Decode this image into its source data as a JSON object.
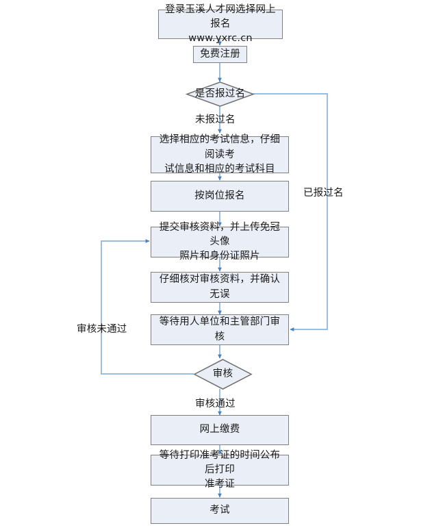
{
  "diagram": {
    "title": "网上报名流程图",
    "type": "flowchart",
    "colors": {
      "node_fill": "#e9eef7",
      "node_border": "#808080",
      "connector": "#8cb2dc",
      "arrowhead": "#4a81bd",
      "text": "#1a1a1a",
      "background": "#ffffff"
    },
    "nodes": [
      {
        "id": "login",
        "shape": "process",
        "text": "登录玉溪人才网选择网上报名\nwww.yxrc.cn"
      },
      {
        "id": "register",
        "shape": "process",
        "text": "免费注册"
      },
      {
        "id": "registered-before",
        "shape": "decision",
        "text": "是否报过名"
      },
      {
        "id": "select-exam",
        "shape": "process",
        "text": "选择相应的考试信息，仔细阅读考\n试信息和相应的考试科目"
      },
      {
        "id": "apply-post",
        "shape": "process",
        "text": "按岗位报名"
      },
      {
        "id": "submit-materials",
        "shape": "process",
        "text": "提交审核资料，并上传免冠头像\n照片和身份证照片"
      },
      {
        "id": "verify-materials",
        "shape": "process",
        "text": "仔细核对审核资料，并确认无误"
      },
      {
        "id": "wait-review",
        "shape": "process",
        "text": "等待用人单位和主管部门审核"
      },
      {
        "id": "review",
        "shape": "decision",
        "text": "审核"
      },
      {
        "id": "online-payment",
        "shape": "process",
        "text": "网上缴费"
      },
      {
        "id": "print-ticket",
        "shape": "process",
        "text": "等待打印准考证的时间公布后打印\n准考证"
      },
      {
        "id": "exam",
        "shape": "process",
        "text": "考试"
      }
    ],
    "edge_labels": [
      {
        "id": "not-registered",
        "text": "未报过名",
        "from": "registered-before",
        "to": "select-exam"
      },
      {
        "id": "already-registered",
        "text": "已报过名",
        "from": "registered-before",
        "to": "wait-review"
      },
      {
        "id": "review-failed",
        "text": "审核未通过",
        "from": "review",
        "to": "submit-materials"
      },
      {
        "id": "review-passed",
        "text": "审核通过",
        "from": "review",
        "to": "online-payment"
      }
    ]
  }
}
